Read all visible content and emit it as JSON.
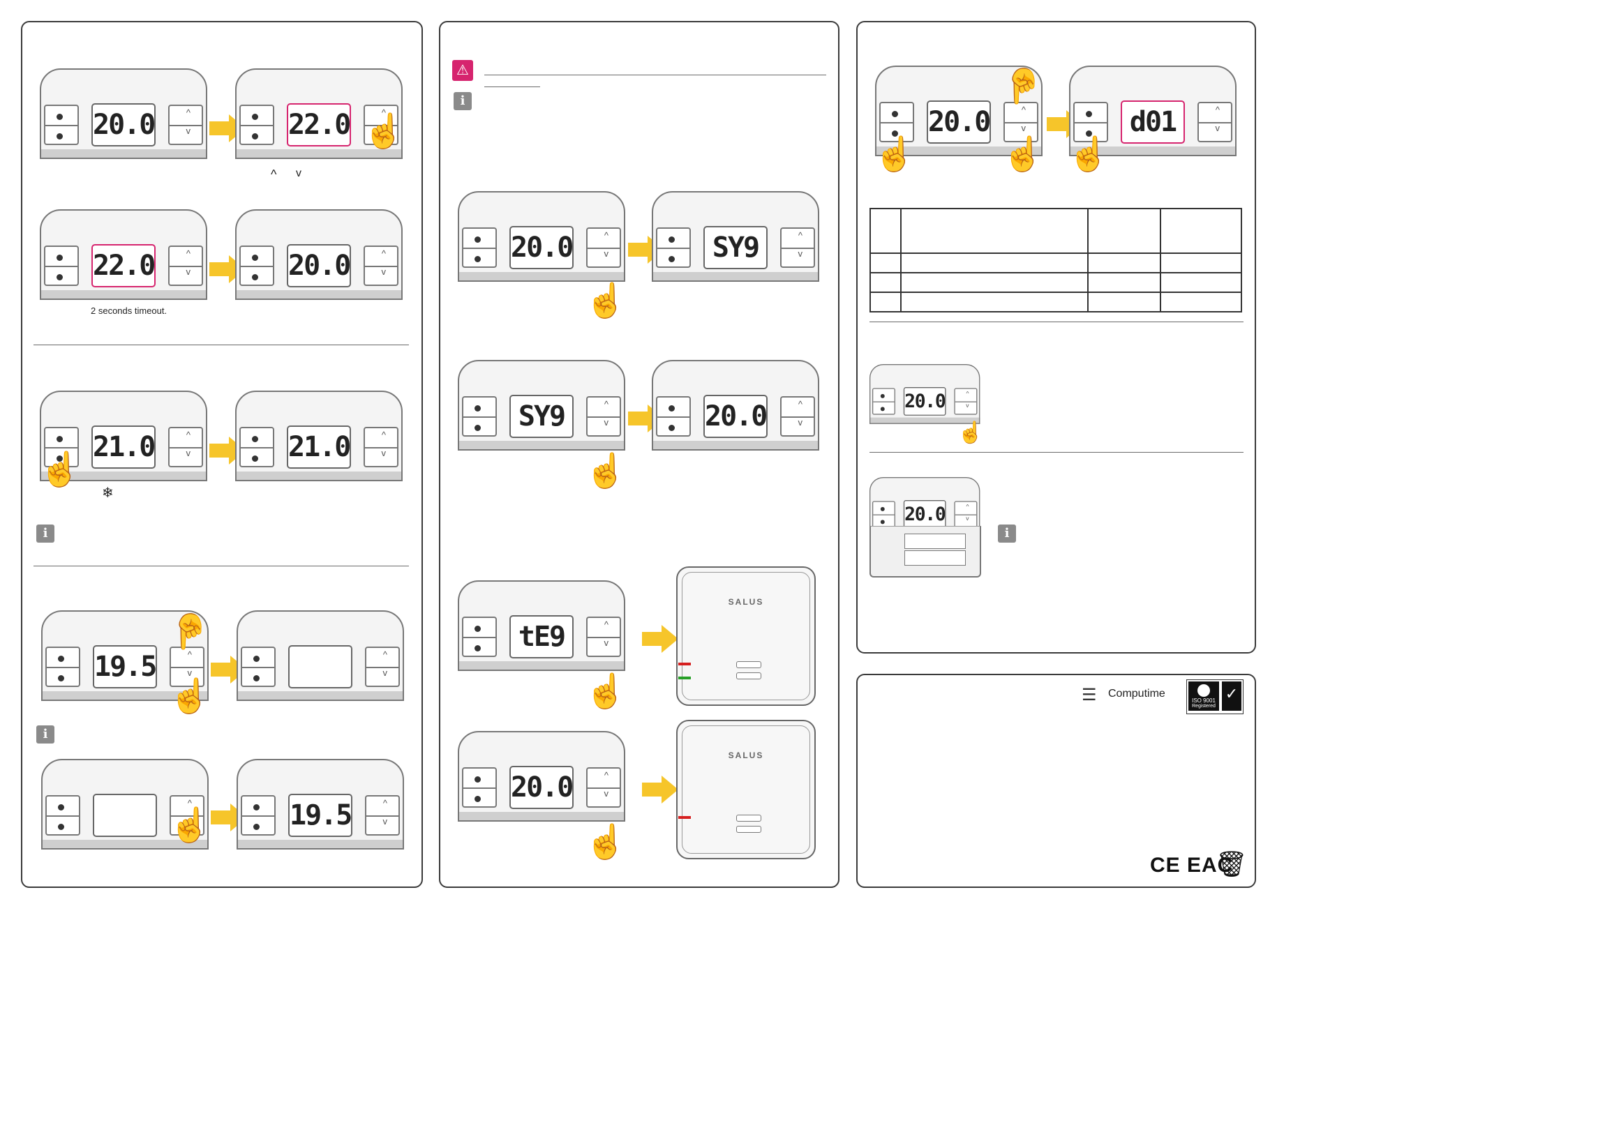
{
  "colors": {
    "accent": "#d6246e",
    "arrow": "#f6c52a",
    "frame": "#3a3a3a"
  },
  "icons": {
    "info": "info-icon",
    "warning": "warning-icon",
    "hand": "pointing-hand-icon",
    "arrow": "right-arrow-icon",
    "snowflake": "snowflake-icon"
  },
  "panel1": {
    "chevron_up": "^",
    "chevron_down": "v",
    "timeout_note": "2 seconds timeout.",
    "snowflake": "❄",
    "displays": [
      "20.0",
      "22.0",
      "22.0",
      "20.0",
      "21.0",
      "21.0",
      "19.5",
      "",
      "",
      "19.5"
    ]
  },
  "panel2": {
    "displays": [
      "20.0",
      "SY9",
      "SY9",
      "20.0",
      "tE9",
      "20.0"
    ],
    "receiver_logo": "SALUS"
  },
  "panel3": {
    "displays": [
      "20.0",
      "d01",
      "20.0",
      "20.0"
    ]
  },
  "footer": {
    "brand": "Computime",
    "iso_label": "ISO 9001",
    "iso_sub": "Registered",
    "marks": "CE EAC"
  }
}
